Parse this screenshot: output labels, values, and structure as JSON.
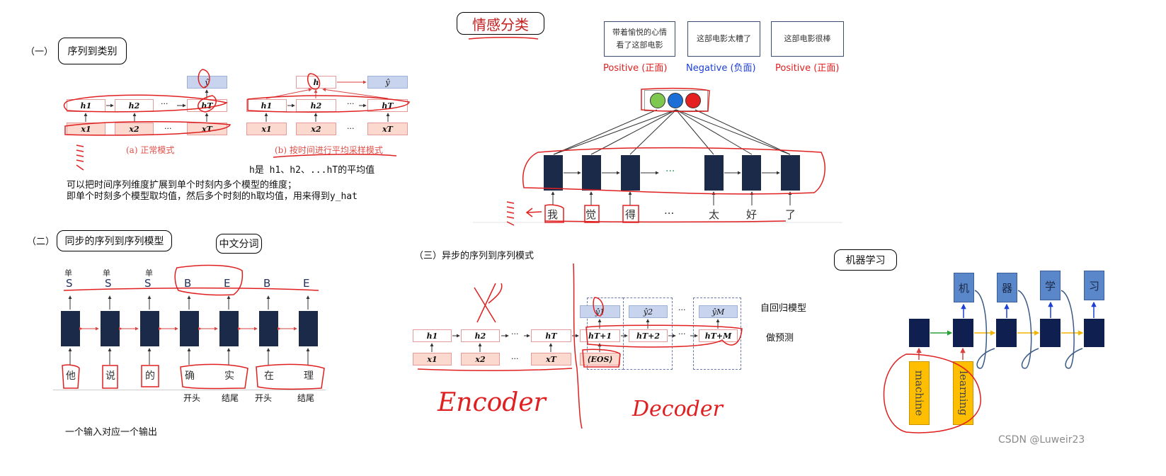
{
  "title": "情感分类",
  "sec1": {
    "num": "（一）",
    "box": "序列到类别",
    "fig_a_caption": "(a) 正常模式",
    "fig_b_caption": "(b) 按时间进行平均采样模式",
    "h_labels": [
      "h1",
      "h2",
      "···",
      "hT"
    ],
    "x_labels": [
      "x1",
      "x2",
      "···",
      "xT"
    ],
    "y_label": "ŷ",
    "h_center": "h",
    "note_h": "h是 h1、h2、...hT的平均值",
    "note1": "可以把时间序列维度扩展到单个时刻内多个模型的维度；",
    "note2": "即单个时刻多个模型取均值，然后多个时刻的h取均值，用来得到y_hat"
  },
  "sentiment": {
    "papers": [
      "带着愉悦的心情 看了这部电影",
      "这部电影太糟了",
      "这部电影很棒"
    ],
    "labels": [
      {
        "en": "Positive",
        "zh": "(正面)",
        "color": "#e02020"
      },
      {
        "en": "Negative",
        "zh": "(负面)",
        "color": "#1c3fd6"
      },
      {
        "en": "Positive",
        "zh": "(正面)",
        "color": "#e02020"
      }
    ],
    "circle_colors": [
      "#7ec850",
      "#1c6fd6",
      "#e52020"
    ],
    "tokens": [
      "我",
      "觉",
      "得",
      "···",
      "太",
      "好",
      "了"
    ],
    "dots": "···"
  },
  "sec2": {
    "num": "（二）",
    "box": "同步的序列到序列模型",
    "box2": "中文分词",
    "top_small": [
      "单",
      "单",
      "单"
    ],
    "tags": [
      "S",
      "S",
      "S",
      "B",
      "E",
      "B",
      "E"
    ],
    "chars": [
      "他",
      "说",
      "的",
      "确",
      "实",
      "在",
      "理"
    ],
    "bottom": [
      "开头",
      "结尾",
      "开头",
      "结尾"
    ],
    "note": "一个输入对应一个输出"
  },
  "sec3": {
    "title": "（三）异步的序列到序列模式",
    "enc_h": [
      "h1",
      "h2",
      "···",
      "hT"
    ],
    "enc_x": [
      "x1",
      "x2",
      "···",
      "xT"
    ],
    "dec_h": [
      "hT+1",
      "hT+2",
      "···",
      "hT+M"
    ],
    "dec_y": [
      "ŷ1",
      "ŷ2",
      "···",
      "ŷM"
    ],
    "eos": "⟨EOS⟩",
    "encoder": "Encoder",
    "decoder": "Decoder",
    "note1": "自回归模型",
    "note2": "做预测"
  },
  "ml": {
    "box": "机器学习",
    "outputs": [
      "机",
      "器",
      "学",
      "习"
    ],
    "inputs": [
      "machine",
      "learning"
    ]
  },
  "watermark": "CSDN @Luweir23"
}
